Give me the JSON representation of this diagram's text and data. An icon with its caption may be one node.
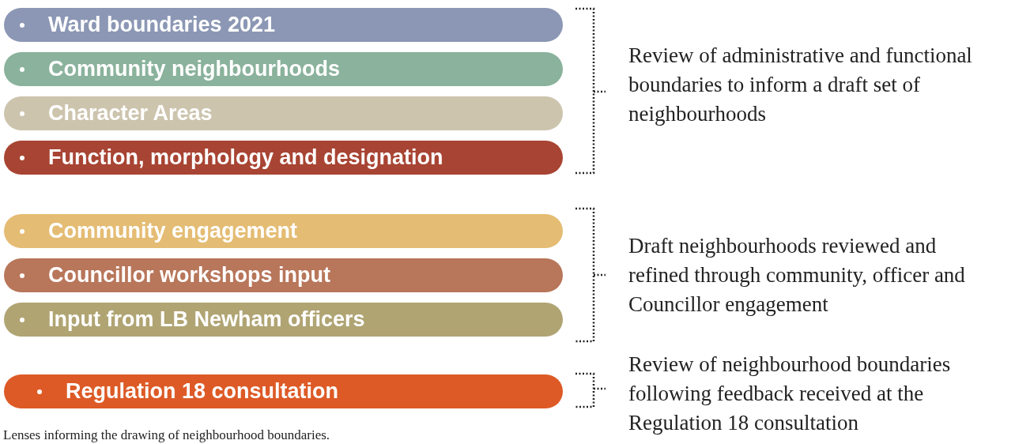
{
  "diagram": {
    "caption": "Lenses informing the drawing of neighbourhood boundaries.",
    "nodes": [
      {
        "text": [
          "Ward boundaries 2021"
        ]
      },
      {
        "text": [
          "Community neighbourhoods"
        ]
      },
      {
        "text": [
          "Character Areas"
        ]
      },
      {
        "text": [
          "Function, morphology and designation"
        ]
      },
      {
        "text": [
          "Community engagement"
        ]
      },
      {
        "text": [
          "Councillor workshops input"
        ]
      },
      {
        "text": [
          "Input from LB Newham officers"
        ]
      },
      {
        "text": [
          "Regulation 18 consultation"
        ]
      }
    ],
    "labels": [
      "Review of administrative and functional boundaries to inform a draft set of neighbourhoods",
      "Draft neighbourhoods reviewed and refined through community, officer and Councillor engagement",
      "Review of neighbourhood boundaries following feedback received at the Regulation 18 consultation"
    ]
  }
}
